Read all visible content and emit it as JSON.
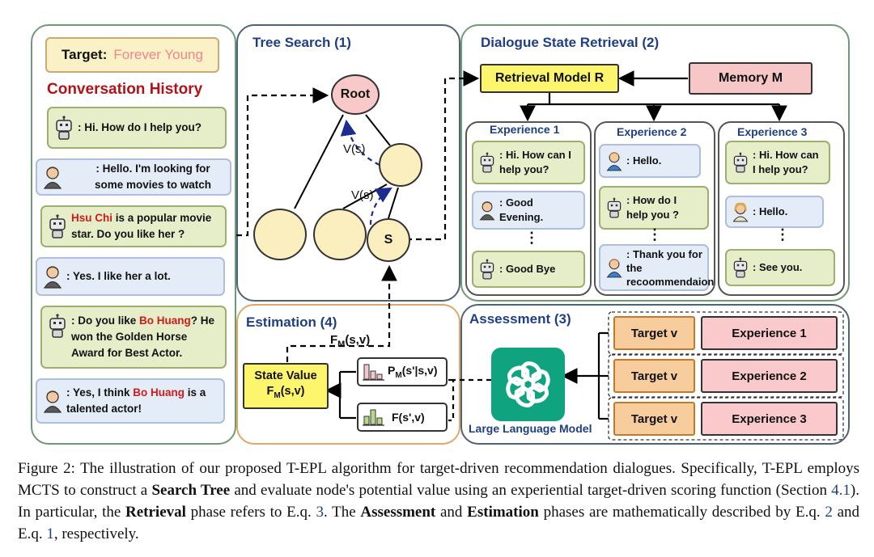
{
  "history": {
    "target_label": "Target:",
    "target_value": "Forever Young",
    "title": "Conversation History",
    "messages": [
      {
        "role": "bot",
        "text": ": Hi. How do I help you?"
      },
      {
        "role": "user",
        "text": ": Hello. I'm looking for some movies to watch"
      },
      {
        "role": "bot",
        "pre": "",
        "hl": "Hsu Chi",
        "post": " is a popular movie star. Do you like her ?"
      },
      {
        "role": "user",
        "text": ": Yes. I like her a lot."
      },
      {
        "role": "bot",
        "pre": ": Do you like ",
        "hl": "Bo Huang",
        "post": "? He won the Golden Horse Award for Best Actor."
      },
      {
        "role": "user",
        "pre": ": Yes, I think ",
        "hl": "Bo Huang",
        "post": " is a talented actor!"
      }
    ]
  },
  "tree": {
    "title": "Tree Search (1)",
    "root": "Root",
    "s_node": "S",
    "v_label_1": "V(s)",
    "v_label_2": "V(s)"
  },
  "retrieval": {
    "title": "Dialogue State Retrieval (2)",
    "model": "Retrieval Model R",
    "memory": "Memory M",
    "experiences": [
      {
        "title": "Experience 1",
        "m1": ": Hi. How can I help you?",
        "m2": ": Good Evening.",
        "dots": "⋮",
        "m3": ": Good Bye"
      },
      {
        "title": "Experience 2",
        "m1": ": Hello.",
        "m2": ": How do I help you ?",
        "dots": "⋮",
        "m3": ": Thank you for the recoommendaion"
      },
      {
        "title": "Experience 3",
        "m1": ": Hi. How can I help you?",
        "m2": ": Hello.",
        "dots": "⋮",
        "m3": ": See you."
      }
    ]
  },
  "assessment": {
    "title": "Assessment (3)",
    "llm_label": "Large Language Model",
    "rows": [
      {
        "target": "Target v",
        "experience": "Experience 1"
      },
      {
        "target": "Target v",
        "experience": "Experience 2"
      },
      {
        "target": "Target v",
        "experience": "Experience 3"
      }
    ]
  },
  "estimation": {
    "title": "Estimation (4)",
    "fm_label": "F",
    "fm_sub": "M",
    "fm_args": "(s,v)",
    "state_value_line1": "State Value",
    "state_value_f": "F",
    "state_value_sub": "M",
    "state_value_args": "(s,v)",
    "p_label": "P",
    "p_sub": "M",
    "p_args": "(s'|s,v)",
    "f_label": "F(s',v)"
  },
  "caption": {
    "p1": "Figure 2: The illustration of our proposed T-EPL algorithm for target-driven recommendation dialogues. Specifically, T-EPL employs MCTS to construct a ",
    "b1": "Search Tree",
    "p2": " and evaluate node's potential value using an experiential target-driven scoring function (Section ",
    "r1": "4.1",
    "p3": "). In particular, the ",
    "b2": "Retrieval",
    "p4": " phase refers to E.q. ",
    "r2": "3",
    "p5": ". The ",
    "b3": "Assessment",
    "p6": " and ",
    "b4": "Estimation",
    "p7": " phases are mathematically described by E.q. ",
    "r3": "2",
    "p8": " and E.q. ",
    "r4": "1",
    "p9": ", respectively."
  },
  "colors": {
    "panel_green": "#6f9a75",
    "panel_blue": "#4f6378",
    "panel_orange": "#e1a768",
    "node_fill": "#fbefc0",
    "root_fill": "#f9c9c9",
    "yellow_box": "#fdf56c",
    "memory_box": "#f7c7c7",
    "target_box": "#f8cd9d",
    "exp_box": "#f9c9cc",
    "llm_green": "#10a37f",
    "title_blue": "#1f3f85",
    "highlight_red": "#d11a1a"
  }
}
